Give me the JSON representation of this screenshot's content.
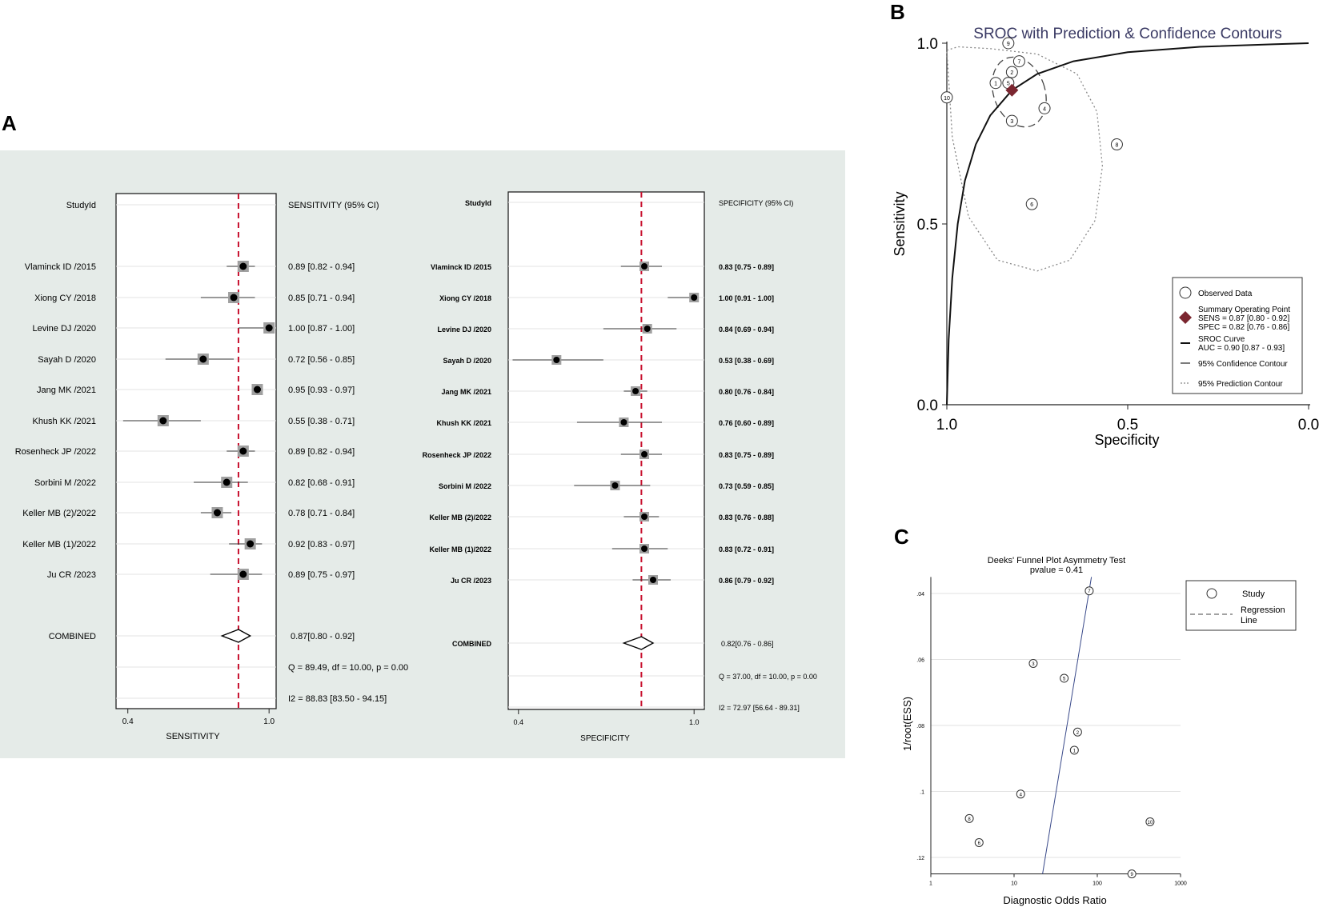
{
  "panel_labels": {
    "a": "A",
    "b": "B",
    "c": "C"
  },
  "chart_data": [
    {
      "type": "forest",
      "panel": "A",
      "study_header": "StudyId",
      "estimate_header": "SENSITIVITY (95% CI)",
      "xlabel": "SENSITIVITY",
      "xticks": [
        0.4,
        1.0
      ],
      "xtick_labels": [
        "0.4",
        "1.0"
      ],
      "xlim": [
        0.35,
        1.03
      ],
      "reference_line": 0.87,
      "studies": [
        {
          "name": "Vlaminck ID /2015",
          "value": 0.89,
          "lo": 0.82,
          "hi": 0.94,
          "label": "0.89 [0.82 - 0.94]"
        },
        {
          "name": "Xiong CY /2018",
          "value": 0.85,
          "lo": 0.71,
          "hi": 0.94,
          "label": "0.85 [0.71 - 0.94]"
        },
        {
          "name": "Levine DJ /2020",
          "value": 1.0,
          "lo": 0.87,
          "hi": 1.0,
          "label": "1.00 [0.87 - 1.00]"
        },
        {
          "name": "Sayah D /2020",
          "value": 0.72,
          "lo": 0.56,
          "hi": 0.85,
          "label": "0.72 [0.56 - 0.85]"
        },
        {
          "name": "Jang MK /2021",
          "value": 0.95,
          "lo": 0.93,
          "hi": 0.97,
          "label": "0.95 [0.93 - 0.97]"
        },
        {
          "name": "Khush KK /2021",
          "value": 0.55,
          "lo": 0.38,
          "hi": 0.71,
          "label": "0.55 [0.38 - 0.71]"
        },
        {
          "name": "Rosenheck JP /2022",
          "value": 0.89,
          "lo": 0.82,
          "hi": 0.94,
          "label": "0.89 [0.82 - 0.94]"
        },
        {
          "name": "Sorbini M /2022",
          "value": 0.82,
          "lo": 0.68,
          "hi": 0.91,
          "label": "0.82 [0.68 - 0.91]"
        },
        {
          "name": "Keller MB (2)/2022",
          "value": 0.78,
          "lo": 0.71,
          "hi": 0.84,
          "label": "0.78 [0.71 - 0.84]"
        },
        {
          "name": "Keller MB (1)/2022",
          "value": 0.92,
          "lo": 0.83,
          "hi": 0.97,
          "label": "0.92 [0.83 - 0.97]"
        },
        {
          "name": "Ju CR /2023",
          "value": 0.89,
          "lo": 0.75,
          "hi": 0.97,
          "label": "0.89 [0.75 - 0.97]"
        }
      ],
      "combined": {
        "name": "COMBINED",
        "value": 0.87,
        "lo": 0.8,
        "hi": 0.92,
        "label": "0.87[0.80 - 0.92]"
      },
      "heterogeneity": [
        "Q = 89.49, df = 10.00, p =  0.00",
        "I2 = 88.83 [83.50 - 94.15]"
      ]
    },
    {
      "type": "forest",
      "panel": "A",
      "study_header": "StudyId",
      "estimate_header": "SPECIFICITY (95% CI)",
      "xlabel": "SPECIFICITY",
      "xticks": [
        0.4,
        1.0
      ],
      "xtick_labels": [
        "0.4",
        "1.0"
      ],
      "xlim": [
        0.365,
        1.035
      ],
      "reference_line": 0.82,
      "studies": [
        {
          "name": "Vlaminck ID /2015",
          "value": 0.83,
          "lo": 0.75,
          "hi": 0.89,
          "label": "0.83 [0.75 - 0.89]"
        },
        {
          "name": "Xiong CY /2018",
          "value": 1.0,
          "lo": 0.91,
          "hi": 1.0,
          "label": "1.00 [0.91 - 1.00]"
        },
        {
          "name": "Levine DJ /2020",
          "value": 0.84,
          "lo": 0.69,
          "hi": 0.94,
          "label": "0.84 [0.69 - 0.94]"
        },
        {
          "name": "Sayah D /2020",
          "value": 0.53,
          "lo": 0.38,
          "hi": 0.69,
          "label": "0.53 [0.38 - 0.69]"
        },
        {
          "name": "Jang MK /2021",
          "value": 0.8,
          "lo": 0.76,
          "hi": 0.84,
          "label": "0.80 [0.76 - 0.84]"
        },
        {
          "name": "Khush KK /2021",
          "value": 0.76,
          "lo": 0.6,
          "hi": 0.89,
          "label": "0.76 [0.60 - 0.89]"
        },
        {
          "name": "Rosenheck JP /2022",
          "value": 0.83,
          "lo": 0.75,
          "hi": 0.89,
          "label": "0.83 [0.75 - 0.89]"
        },
        {
          "name": "Sorbini M /2022",
          "value": 0.73,
          "lo": 0.59,
          "hi": 0.85,
          "label": "0.73 [0.59 - 0.85]"
        },
        {
          "name": "Keller MB (2)/2022",
          "value": 0.83,
          "lo": 0.76,
          "hi": 0.88,
          "label": "0.83 [0.76 - 0.88]"
        },
        {
          "name": "Keller MB (1)/2022",
          "value": 0.83,
          "lo": 0.72,
          "hi": 0.91,
          "label": "0.83 [0.72 - 0.91]"
        },
        {
          "name": "Ju CR /2023",
          "value": 0.86,
          "lo": 0.79,
          "hi": 0.92,
          "label": "0.86 [0.79 - 0.92]"
        }
      ],
      "combined": {
        "name": "COMBINED",
        "value": 0.82,
        "lo": 0.76,
        "hi": 0.86,
        "label": "0.82[0.76 - 0.86]"
      },
      "heterogeneity": [
        "Q = 37.00, df = 10.00, p =  0.00",
        "I2 = 72.97 [56.64 - 89.31]"
      ]
    },
    {
      "type": "sroc",
      "panel": "B",
      "title": "SROC with Prediction & Confidence Contours",
      "xlabel": "Specificity",
      "ylabel": "Sensitivity",
      "xlim": [
        1.0,
        0.0
      ],
      "ylim": [
        0.0,
        1.0
      ],
      "xtick_labels": [
        "1.0",
        "0.5",
        "0.0"
      ],
      "ytick_labels": [
        "0.0",
        "0.5",
        "1.0"
      ],
      "observed": [
        {
          "label": "1",
          "spec": 0.865,
          "sens": 0.89
        },
        {
          "label": "2",
          "spec": 0.82,
          "sens": 0.92
        },
        {
          "label": "3",
          "spec": 0.82,
          "sens": 0.785
        },
        {
          "label": "4",
          "spec": 0.73,
          "sens": 0.82
        },
        {
          "label": "5",
          "spec": 0.83,
          "sens": 0.89
        },
        {
          "label": "6",
          "spec": 0.765,
          "sens": 0.555
        },
        {
          "label": "7",
          "spec": 0.8,
          "sens": 0.95
        },
        {
          "label": "8",
          "spec": 0.53,
          "sens": 0.72
        },
        {
          "label": "9",
          "spec": 0.83,
          "sens": 1.0
        },
        {
          "label": "10",
          "spec": 1.0,
          "sens": 0.85
        }
      ],
      "summary_point": {
        "spec": 0.82,
        "sens": 0.87
      },
      "legend": [
        "Observed Data",
        "Summary Operating Point",
        "SENS = 0.87 [0.80 - 0.92]",
        "SPEC = 0.82 [0.76 - 0.86]",
        "SROC Curve",
        "AUC = 0.90 [0.87 - 0.93]",
        "95% Confidence Contour",
        "95% Prediction Contour"
      ],
      "legend_position": "bottom-right"
    },
    {
      "type": "scatter",
      "panel": "C",
      "title": "Deeks' Funnel Plot Asymmetry Test",
      "subtitle": "pvalue =  0.41",
      "xlabel": "Diagnostic Odds Ratio",
      "ylabel": "1/root(ESS)",
      "x_scale": "log",
      "xlim": [
        1,
        1000
      ],
      "xtick_labels": [
        "1",
        "10",
        "100",
        "1000"
      ],
      "ylim": [
        0.035,
        0.125
      ],
      "yticks": [
        0.04,
        0.06,
        0.08,
        0.1,
        0.12
      ],
      "ytick_labels": [
        ".04",
        ".06",
        ".08",
        ".1",
        ".12"
      ],
      "points": [
        {
          "label": "1",
          "x": 53,
          "y": 0.0875
        },
        {
          "label": "2",
          "x": 58,
          "y": 0.082
        },
        {
          "label": "3",
          "x": 17,
          "y": 0.0612
        },
        {
          "label": "4",
          "x": 12,
          "y": 0.1008
        },
        {
          "label": "5",
          "x": 40,
          "y": 0.0657
        },
        {
          "label": "6",
          "x": 3.8,
          "y": 0.1155
        },
        {
          "label": "7",
          "x": 80,
          "y": 0.0392
        },
        {
          "label": "8",
          "x": 2.9,
          "y": 0.1082
        },
        {
          "label": "9",
          "x": 260,
          "y": 0.125
        },
        {
          "label": "10",
          "x": 430,
          "y": 0.1092
        }
      ],
      "regression": [
        {
          "x": 22,
          "y": 0.125
        },
        {
          "x": 85,
          "y": 0.035
        }
      ],
      "legend": [
        "Study",
        "Regression",
        "Line"
      ],
      "legend_position": "top-right"
    }
  ]
}
